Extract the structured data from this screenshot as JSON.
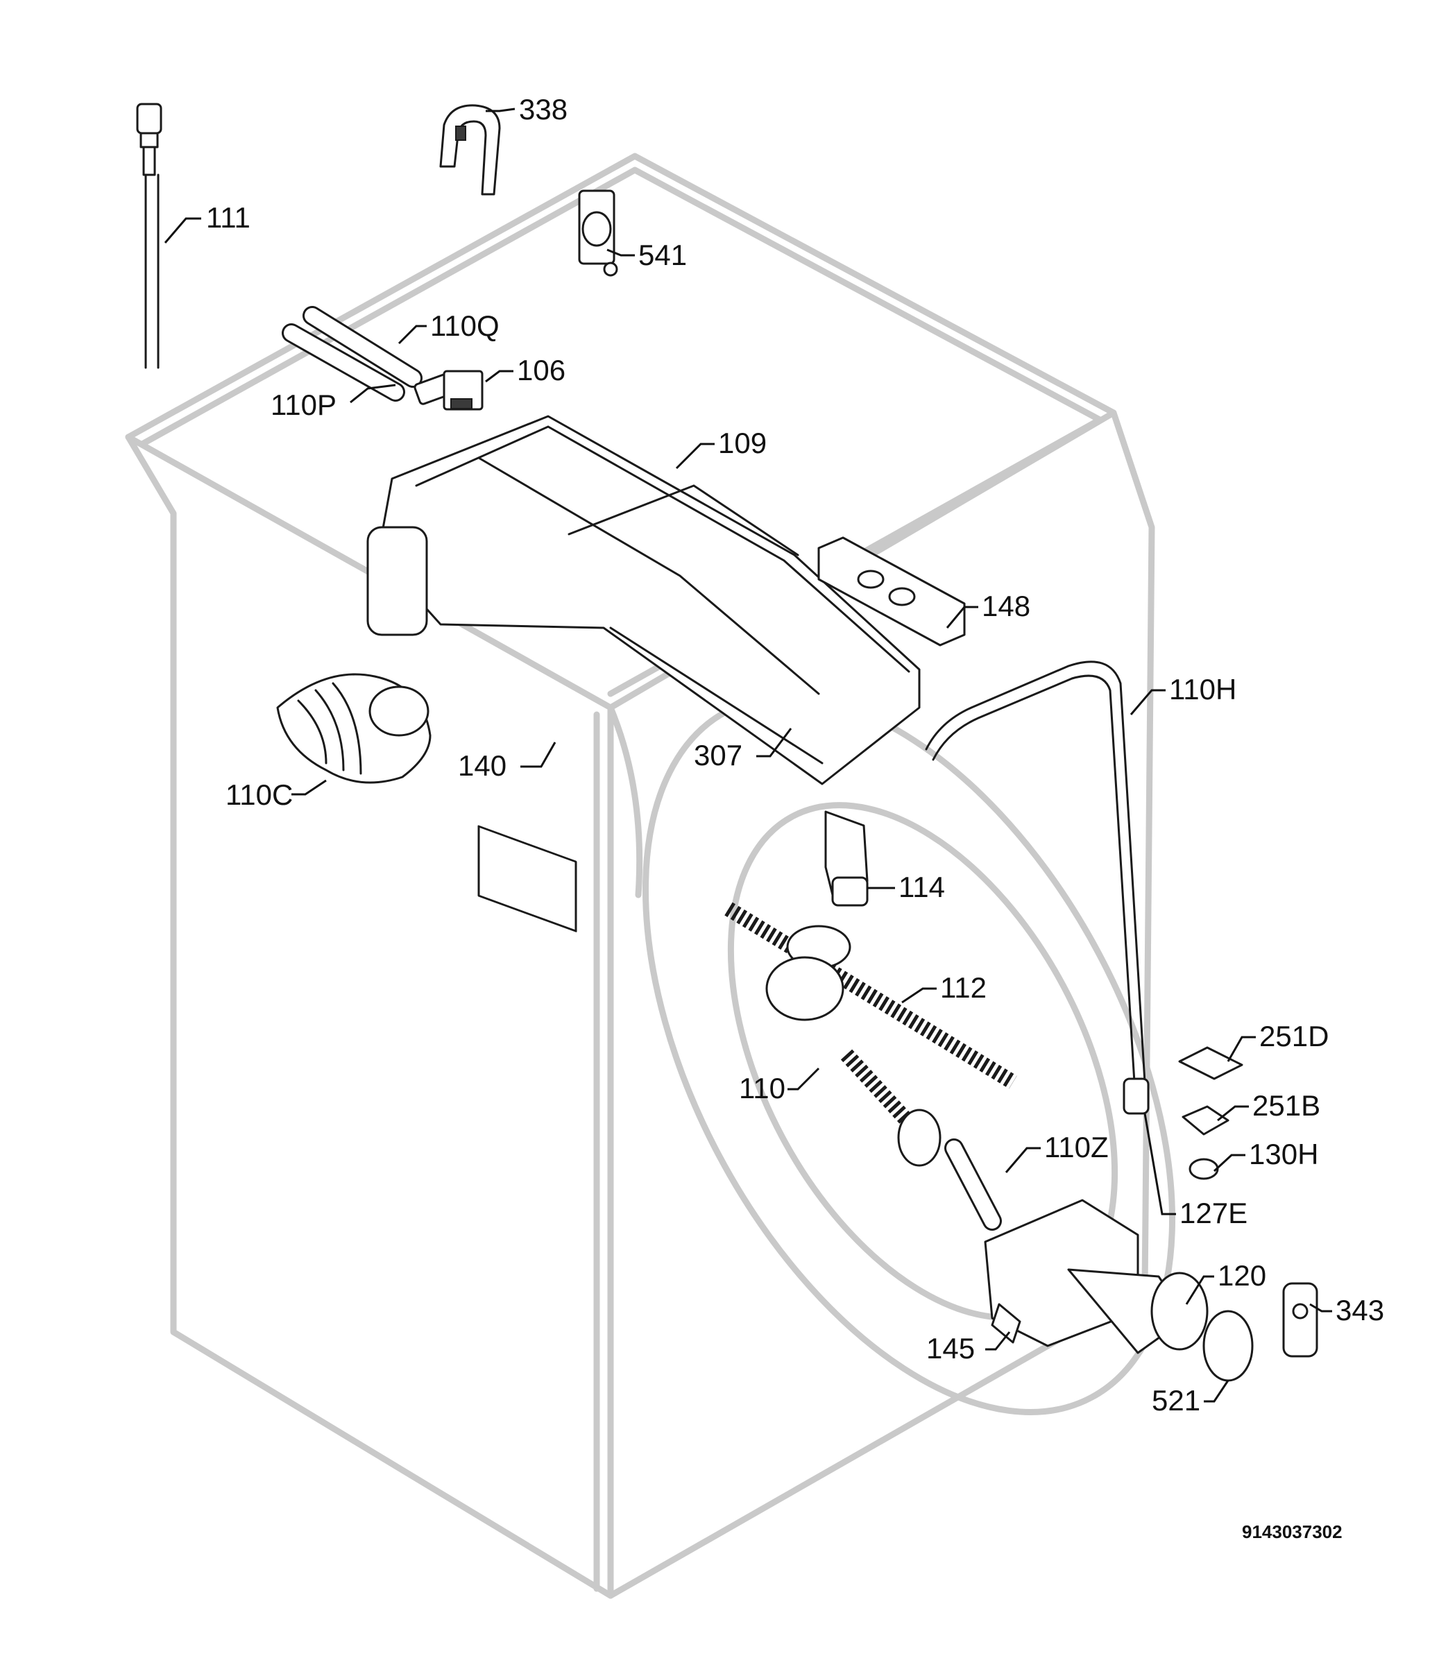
{
  "labels": {
    "p111": "111",
    "p338": "338",
    "p541": "541",
    "p110Q": "110Q",
    "p106": "106",
    "p110P": "110P",
    "p109": "109",
    "p148": "148",
    "p110H": "110H",
    "p110C": "110C",
    "p140": "140",
    "p307": "307",
    "p114": "114",
    "p112": "112",
    "p251D": "251D",
    "p251B": "251B",
    "p110": "110",
    "p110Z": "110Z",
    "p130H": "130H",
    "p127E": "127E",
    "p120": "120",
    "p343": "343",
    "p145": "145",
    "p521": "521"
  },
  "document_number": "9143037302"
}
